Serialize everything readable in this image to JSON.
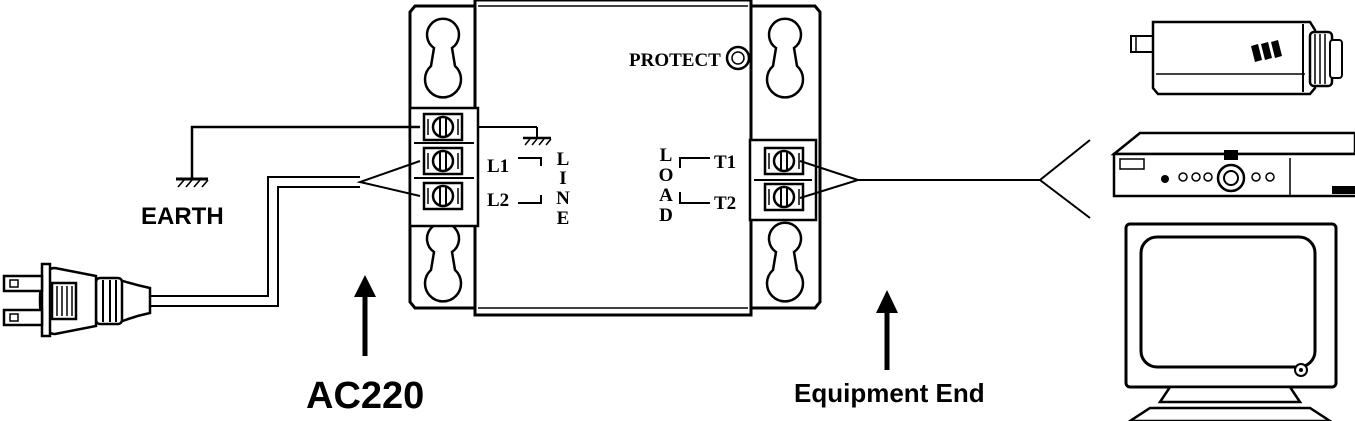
{
  "labels": {
    "earth": "EARTH",
    "ac": "AC220",
    "equipment_end": "Equipment End",
    "protect": "PROTECT"
  },
  "terminals": {
    "l1": "L1",
    "l2": "L2",
    "t1": "T1",
    "t2": "T2"
  },
  "line_letters": [
    "L",
    "I",
    "N",
    "E"
  ],
  "load_letters": [
    "L",
    "O",
    "A",
    "D"
  ]
}
